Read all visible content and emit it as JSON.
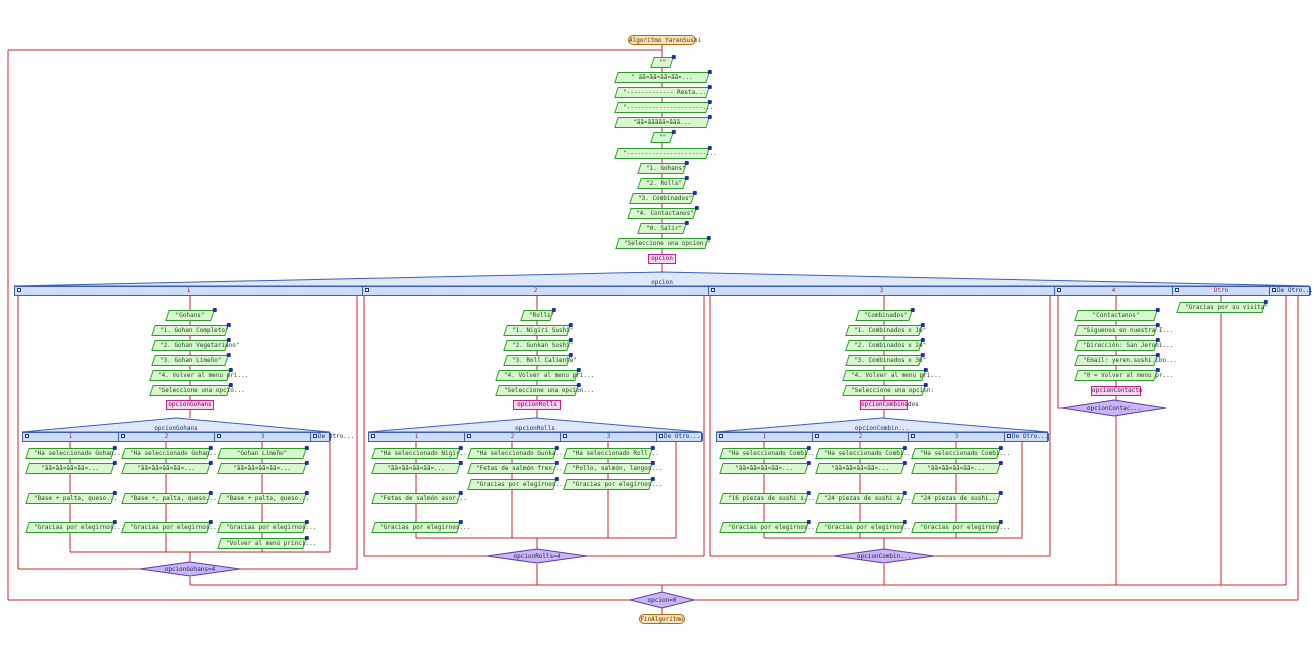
{
  "title": "Algoritmo YarenSushi",
  "end": "FinAlgoritmo",
  "colors": {
    "line": "#c62828",
    "process": "#d9f7cf",
    "decision": "#c9b6f3",
    "switch": "#cfdcf8",
    "input": "#f9d6ee",
    "terminal": "#fbe3b9"
  },
  "main": {
    "outputs": [
      "\"\"",
      "\" ãã¤ãã¤ãã¤ãã¤...",
      "\"------------- Resta...",
      "\"---------------------...",
      "\"ãã¤ããããã¤ããã...",
      "\"\"",
      "\"----------------------...",
      "\"1. Gohans\"",
      "\"2. Rolls\"",
      "\"3. Combinados\"",
      "\"4. Contactanos\"",
      "\"0. Salir\"",
      "\"Seleccione una opcion:\""
    ],
    "input": "opcion",
    "switch": {
      "var": "opcion",
      "cases": [
        "1",
        "2",
        "3",
        "4",
        "Otro"
      ],
      "other": "De Otro..."
    },
    "loop": "opcion=0"
  },
  "branch1": {
    "outputs": [
      "\"Gohans\"",
      "\"1. Gohan Completo\"",
      "\"2. Gohan Vegetariano\"",
      "\"3. Gohan Limeño\"",
      "\"4. Volver al menu pri...",
      "\"Seleccione una opció..."
    ],
    "input": "opcionGohans",
    "switch": {
      "var": "opcionGohans",
      "cases": [
        "1",
        "2",
        "3"
      ],
      "other": "De Otro..."
    },
    "cols": [
      [
        "\"Ha seleccionado Gohan...",
        "\"ãã¤ãã¤ãã¤ãã¤...",
        "\"Base + palta, queso...",
        "\"Gracias por elegirnos..."
      ],
      [
        "\"Ha seleccionado Gohan...",
        "\"ãã¤ãã¤ãã¤ãã¤...",
        "\"Base +, palta, queso...",
        "\"Gracias por elegirnos..."
      ],
      [
        "\"Gohan Limeño\"",
        "\"ãã¤ãã¤ãã¤ãã¤...",
        "\"Base + palta, queso...",
        "\"Gracias por elegirnos...",
        "\"Volver al menú princi..."
      ]
    ],
    "loop": "opcionGohans=4"
  },
  "branch2": {
    "outputs": [
      "\"Rolls\"",
      "\"1. Nigiri Sushi\"",
      "\"2. Gunkan Sushi\"",
      "\"3. Roll Caliente\"",
      "\"4. Volver al menu pri...",
      "\"Seleccione una opcion..."
    ],
    "input": "opcionRolls",
    "switch": {
      "var": "opcionRolls",
      "cases": [
        "1",
        "2",
        "3"
      ],
      "other": "De Otro..."
    },
    "cols": [
      [
        "\"Ha seleccionado Nigir...",
        "\"ãã¤ãã¤ãã¤ãã¤...",
        "\"Fetas de salmón asor...",
        "\"Gracias por elegirnos..."
      ],
      [
        "\"Ha seleccionado Gunka...",
        "\"Fetas de salmón frex...",
        "\"Gracias por elegirnos..."
      ],
      [
        "\"Ha seleccionado Roll...",
        "\"Pollo, salmón, langos...",
        "\"Gracias por elegirnos..."
      ]
    ],
    "loop": "opcionRolls=4"
  },
  "branch3": {
    "outputs": [
      "\"Combinados\"",
      "\"1. Combinados x 16\"",
      "\"2. Combinados x 24\"",
      "\"3. Combinados x 36\"",
      "\"4. Volver al menu pri...",
      "\"Seleccione una opcion:"
    ],
    "input": "opcionCombinados",
    "switch": {
      "var": "opcionCombin...",
      "cases": [
        "1",
        "2",
        "3"
      ],
      "other": "De Otro..."
    },
    "cols": [
      [
        "\"Ha seleccionado Combi...",
        "\"ãã¤ãã¤ãã¤ãã¤...",
        "\"16 piezas de sushi s...",
        "\"Gracias por elegirnos..."
      ],
      [
        "\"Ha seleccionado Combi...",
        "\"ãã¤ãã¤ãã¤ãã¤...",
        "\"24 piezas de sushi a...",
        "\"Gracias por elegirnos..."
      ],
      [
        "\"Ha seleccionado Combi...",
        "\"ãã¤ãã¤ãã¤ãã¤...",
        "\"24 piezas de sushi...",
        "\"Gracias por elegirnos..."
      ]
    ],
    "loop": "opcionCombin..."
  },
  "branch4": {
    "outputs": [
      "\"Contactanos\"",
      "\"Siguenos en nuestra I...",
      "\"Dirección: San Jeroni...",
      "\"Email: yeren.sushi.cbo...",
      "\"0 = Volver al menu pr..."
    ],
    "input": "opcionContacto",
    "loop": "opcionContac..."
  },
  "branchOther": {
    "outputs": [
      "\"Gracias por su visita\""
    ]
  }
}
